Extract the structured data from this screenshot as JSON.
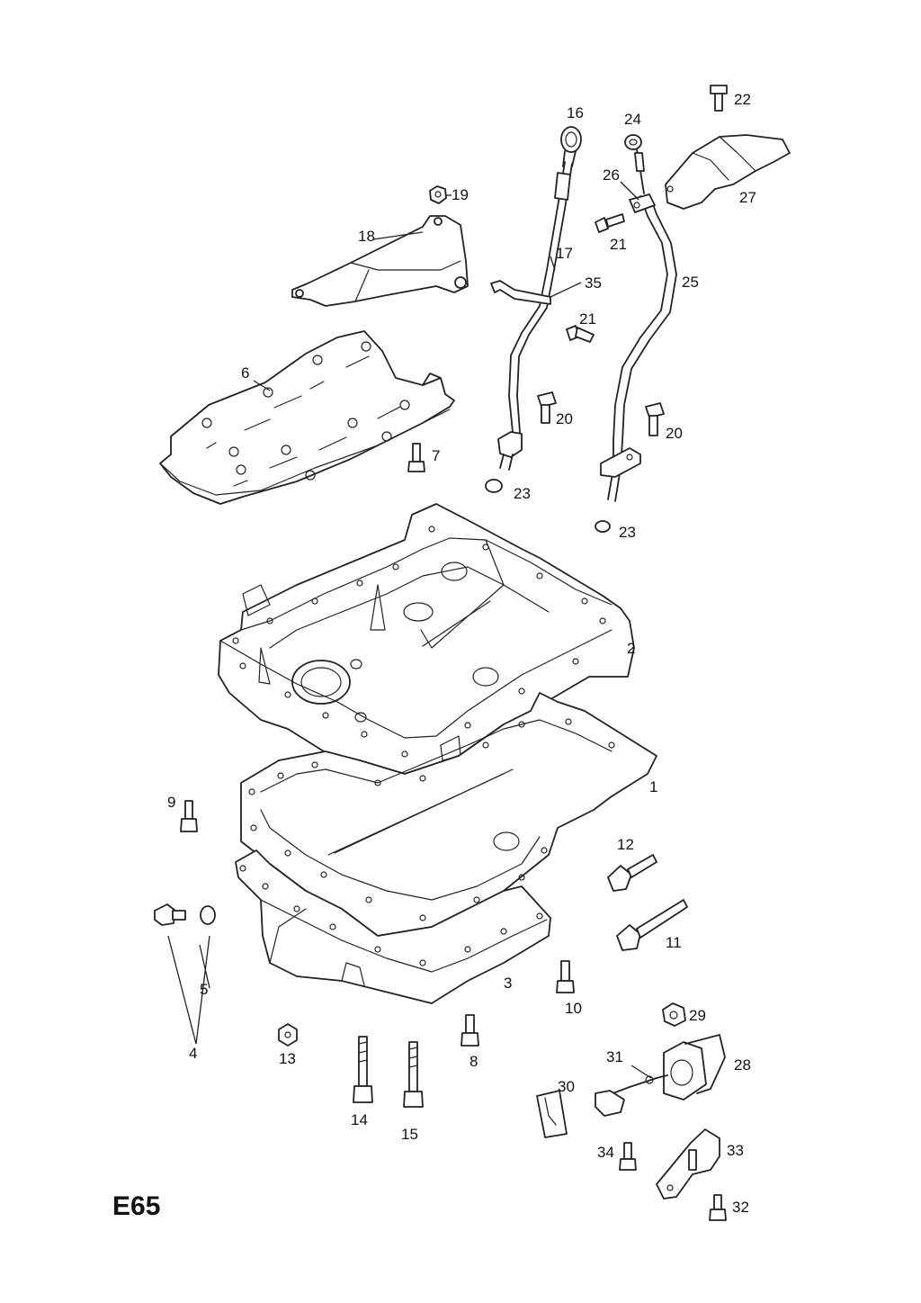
{
  "diagram": {
    "code": "E65",
    "callouts": {
      "c1": "1",
      "c2": "2",
      "c3": "3",
      "c4": "4",
      "c5": "5",
      "c6": "6",
      "c7": "7",
      "c8": "8",
      "c9": "9",
      "c10": "10",
      "c11": "11",
      "c12": "12",
      "c13": "13",
      "c14": "14",
      "c15": "15",
      "c16": "16",
      "c17": "17",
      "c18": "18",
      "c19": "19",
      "c20a": "20",
      "c20b": "20",
      "c21a": "21",
      "c21b": "21",
      "c22": "22",
      "c23a": "23",
      "c23b": "23",
      "c24": "24",
      "c25": "25",
      "c26": "26",
      "c27": "27",
      "c28": "28",
      "c29": "29",
      "c30": "30",
      "c31": "31",
      "c32": "32",
      "c33": "33",
      "c34": "34",
      "c35": "35"
    }
  }
}
